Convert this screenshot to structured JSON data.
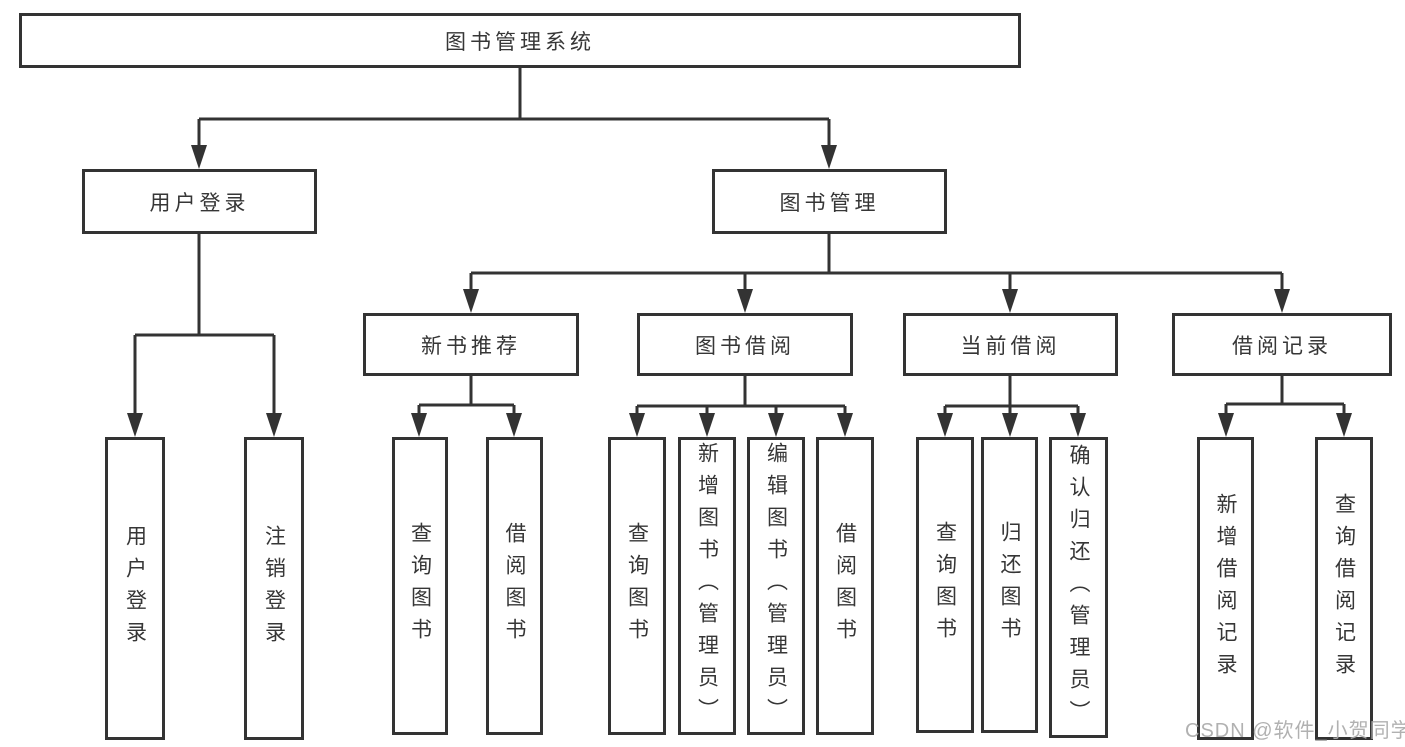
{
  "diagram": {
    "root": {
      "label": "图书管理系统"
    },
    "branches": [
      {
        "label": "用户登录",
        "children": [
          {
            "label": "用户登录"
          },
          {
            "label": "注销登录"
          }
        ]
      },
      {
        "label": "图书管理",
        "children": [
          {
            "label": "新书推荐",
            "children": [
              {
                "label": "查询图书"
              },
              {
                "label": "借阅图书"
              }
            ]
          },
          {
            "label": "图书借阅",
            "children": [
              {
                "label": "查询图书"
              },
              {
                "label": "新增图书（管理员）"
              },
              {
                "label": "编辑图书（管理员）"
              },
              {
                "label": "借阅图书"
              }
            ]
          },
          {
            "label": "当前借阅",
            "children": [
              {
                "label": "查询图书"
              },
              {
                "label": "归还图书"
              },
              {
                "label": "确认归还（管理员）"
              }
            ]
          },
          {
            "label": "借阅记录",
            "children": [
              {
                "label": "新增借阅记录"
              },
              {
                "label": "查询借阅记录"
              }
            ]
          }
        ]
      }
    ]
  },
  "watermark": {
    "text": "CSDN @软件_小贺同学"
  },
  "colors": {
    "line": "#333333",
    "text": "#363636",
    "box_background": "#ffffff",
    "page_background": "#ffffff",
    "watermark": "#ababab"
  }
}
